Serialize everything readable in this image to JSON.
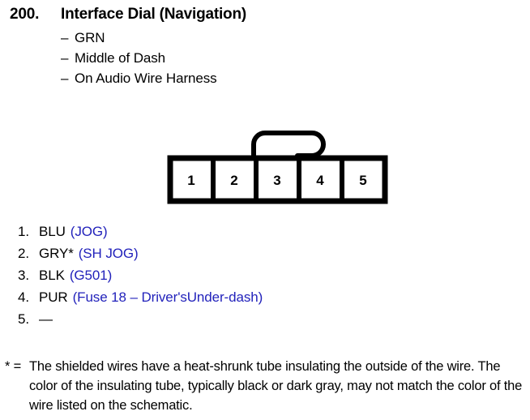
{
  "page": {
    "background_color": "#ffffff",
    "text_color": "#000000",
    "circuit_color": "#2222bb"
  },
  "header": {
    "item_number": "200.",
    "title": "Interface Dial (Navigation)",
    "bullets": [
      {
        "dash": "–",
        "label": "GRN"
      },
      {
        "dash": "–",
        "label": "Middle of Dash"
      },
      {
        "dash": "–",
        "label": "On Audio Wire Harness"
      }
    ]
  },
  "connector": {
    "pin_count": 5,
    "pins": [
      "1",
      "2",
      "3",
      "4",
      "5"
    ],
    "has_locking_tab": true
  },
  "wires": [
    {
      "index": "1.",
      "color_code": "BLU",
      "circuit": "(JOG)"
    },
    {
      "index": "2.",
      "color_code": "GRY*",
      "circuit": "(SH JOG)"
    },
    {
      "index": "3.",
      "color_code": "BLK",
      "circuit": "(G501)"
    },
    {
      "index": "4.",
      "color_code": "PUR",
      "circuit": "(Fuse 18 – Driver'sUnder-dash)"
    },
    {
      "index": "5.",
      "color_code": "—",
      "circuit": ""
    }
  ],
  "footnote": {
    "marker": "* =",
    "text": "The shielded wires have a heat-shrunk tube insulating the outside of the wire. The color of the insulating tube, typically black or dark gray, may not match the color of the wire listed on the schematic."
  }
}
